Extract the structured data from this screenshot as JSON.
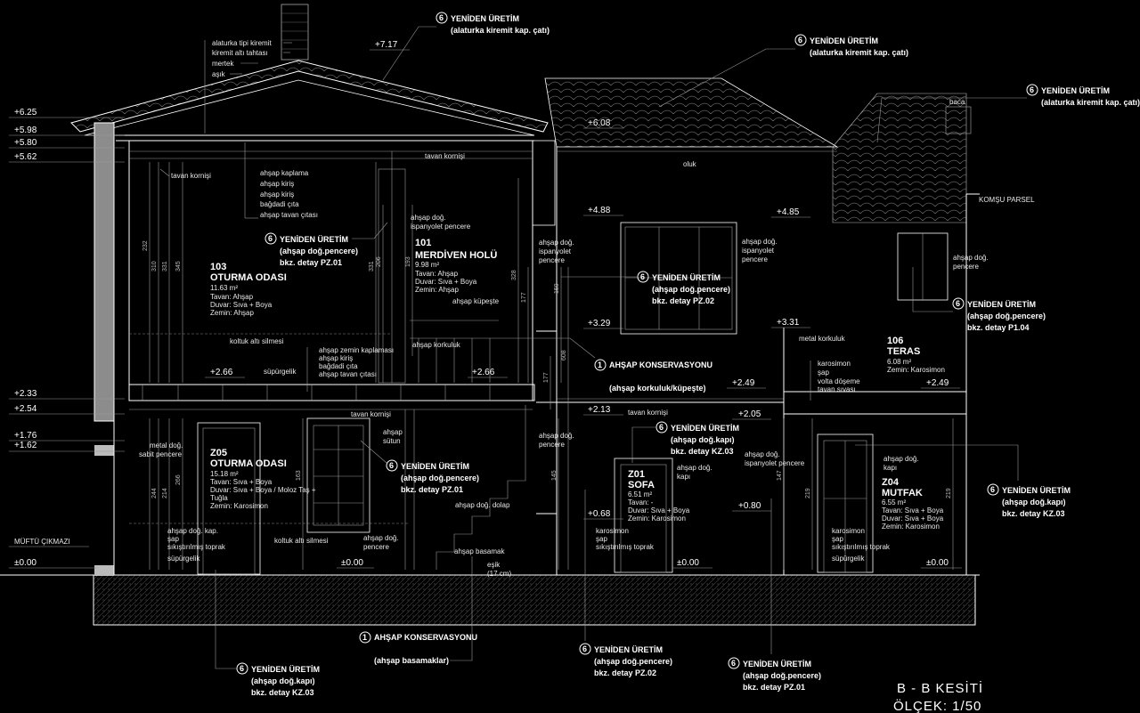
{
  "sheet": {
    "title": "B - B KESİTİ",
    "scale": "ÖLÇEK: 1/50"
  },
  "legend": {
    "renewed_label": "YENİDEN ÜRETİM",
    "conservation_label": "AHŞAP KONSERVASYONU",
    "num_renewed": "6",
    "num_conservation": "1"
  },
  "levels": {
    "left": [
      "+6.25",
      "+5.98",
      "+5.80",
      "+5.62",
      "+2.33",
      "+2.54",
      "+1.76",
      "+1.62",
      "±0.00"
    ],
    "roof_top": "+7.17",
    "roof_mid": "+6.08",
    "l488": "+4.88",
    "l485": "+4.85",
    "l329": "+3.29",
    "l331": "+3.31",
    "l266a": "+2.66",
    "l266b": "+2.66",
    "l249a": "+2.49",
    "l249b": "+2.49",
    "l213": "+2.13",
    "l205": "+2.05",
    "l068": "+0.68",
    "l080": "+0.80",
    "g1": "±0.00",
    "g2": "±0.00",
    "g3": "±0.00"
  },
  "rooms": {
    "r103": {
      "name": "103",
      "title": "OTURMA ODASI",
      "area": "11.63 m²",
      "l1": "Tavan: Ahşap",
      "l2": "Duvar: Sıva + Boya",
      "l3": "Zemin: Ahşap"
    },
    "r101": {
      "name": "101",
      "title": "MERDİVEN HOLÜ",
      "area": "9.98 m²",
      "l1": "Tavan: Ahşap",
      "l2": "Duvar: Sıva + Boya",
      "l3": "Zemin: Ahşap"
    },
    "r106": {
      "name": "106",
      "title": "TERAS",
      "area": "6.08 m²",
      "l1": "Zemin: Karosimon"
    },
    "z05": {
      "name": "Z05",
      "title": "OTURMA ODASI",
      "area": "15.18 m²",
      "l1": "Tavan: Sıva + Boya",
      "l2": "Duvar: Sıva + Boya / Moloz Taş +",
      "l3": "Tuğla",
      "l4": "Zemin: Karosimon"
    },
    "z01": {
      "name": "Z01",
      "title": "SOFA",
      "area": "6.51 m²",
      "l1": "Tavan: -",
      "l2": "Duvar: Sıva + Boya",
      "l3": "Zemin: Karosimon"
    },
    "z04": {
      "name": "Z04",
      "title": "MUTFAK",
      "area": "6.55 m²",
      "l1": "Tavan: Sıva + Boya",
      "l2": "Duvar: Sıva + Boya",
      "l3": "Zemin: Karosimon"
    }
  },
  "callouts": {
    "c1": {
      "a": "(alaturka kiremit kap. çatı)"
    },
    "c2": {
      "a": "(alaturka kiremit kap. çatı)"
    },
    "c3": {
      "a": "(alaturka kiremit kap. çatı)"
    },
    "c4": {
      "a": "(ahşap doğ.pencere)",
      "b": "bkz. detay PZ.01"
    },
    "c5": {
      "a": "(ahşap doğ.pencere)",
      "b": "bkz. detay PZ.02"
    },
    "c6": {
      "a": "(ahşap doğ.pencere)",
      "b": "bkz. detay P1.04"
    },
    "c7": {
      "a": "(ahşap korkuluk/küpeşte)"
    },
    "c8": {
      "a": "(ahşap doğ.kapı)",
      "b": "bkz. detay KZ.03"
    },
    "c9": {
      "a": "(ahşap doğ.pencere)",
      "b": "bkz. detay PZ.01"
    },
    "c10": {
      "a": "(ahşap doğ.kapı)",
      "b": "bkz. detay KZ.03"
    },
    "c11": {
      "a": "(ahşap basamaklar)"
    },
    "c12": {
      "a": "(ahşap doğ.kapı)",
      "b": "bkz. detay KZ.03"
    },
    "c13": {
      "a": "(ahşap doğ.pencere)",
      "b": "bkz. detay PZ.02"
    },
    "c14": {
      "a": "(ahşap doğ.pencere)",
      "b": "bkz. detay PZ.01"
    }
  },
  "notes": {
    "roof": [
      "alaturka tipi kiremit",
      "kiremit altı tahtası",
      "mertek",
      "aşık"
    ],
    "ceiling": [
      "ahşap kaplama",
      "ahşap kiriş",
      "ahşap kiriş",
      "bağdadi çıta",
      "ahşap tavan çıtası"
    ],
    "floor": [
      "ahşap zemin kaplaması",
      "ahşap kiriş",
      "bağdadi çıta",
      "ahşap tavan çıtası"
    ],
    "terrace": [
      "karosimon",
      "şap",
      "volta döşeme",
      "tavan sıvası"
    ],
    "ground_a": [
      "ahşap doğ. kap.",
      "şap",
      "sıkıştırılmış toprak"
    ],
    "ground_b": [
      "karosimon",
      "şap",
      "sıkıştırılmış toprak"
    ],
    "ground_c": [
      "karosimon",
      "şap",
      "sıkıştırılmış toprak"
    ],
    "tavan_kornisi_a": "tavan kornişi",
    "tavan_kornisi_b": "tavan kornişi",
    "tavan_kornisi_c": "tavan kornişi",
    "tavan_kornisi_d": "tavan kornişi",
    "kapi_pencere_a": "ahşap doğ.",
    "kapi_pencere_b": "ispanyolet pencere",
    "ispanyolet_c1": "ahşap doğ.",
    "ispanyolet_c2": "ispanyolet",
    "ispanyolet_c3": "pencere",
    "ispanyolet_d1": "ahşap doğ.",
    "ispanyolet_d2": "ispanyolet",
    "ispanyolet_d3": "pencere",
    "ispanyolet_e1": "ahşap doğ.",
    "ispanyolet_e2": "ispanyolet pencere",
    "pencere_f1": "ahşap doğ.",
    "pencere_f2": "pencere",
    "pencere_g1": "ahşap doğ.",
    "pencere_g2": "pencere",
    "pencere_h1": "ahşap doğ.",
    "pencere_h2": "pencere",
    "kapi_a1": "ahşap doğ.",
    "kapi_a2": "kapı",
    "kapi_b1": "ahşap doğ.",
    "kapi_b2": "kapı",
    "kupeste": "ahşap küpeşte",
    "korkuluk": "ahşap korkuluk",
    "metal_korkuluk": "metal korkuluk",
    "koltuk_a": "koltuk altı silmesi",
    "koltuk_b": "koltuk altı silmesi",
    "supurgelik_a": "süpürgelik",
    "supurgelik_b": "süpürgelik",
    "supurgelik_c": "süpürgelik",
    "sutun_a": "ahşap",
    "sutun_b": "sütun",
    "dolap": "ahşap doğ. dolap",
    "basamak": "ahşap basamak",
    "esik_a": "eşik",
    "esik_b": "(17 cm)",
    "metal_a": "metal doğ.",
    "metal_b": "sabit pencere",
    "oluk": "oluk",
    "baca": "baca",
    "komsu": "KOMŞU PARSEL",
    "muftu": "MÜFTÜ ÇIKMAZI"
  },
  "dims": {
    "d1": "232",
    "d2": "310",
    "d3": "331",
    "d4": "345",
    "d5": "331",
    "d6": "206",
    "d7": "193",
    "d8": "328",
    "d9": "177",
    "d10": "159",
    "d11": "608",
    "d12": "177",
    "d13": "244",
    "d14": "214",
    "d15": "266",
    "d16": "163",
    "d17": "145",
    "d18": "147",
    "d19": "219",
    "d20": "219"
  }
}
